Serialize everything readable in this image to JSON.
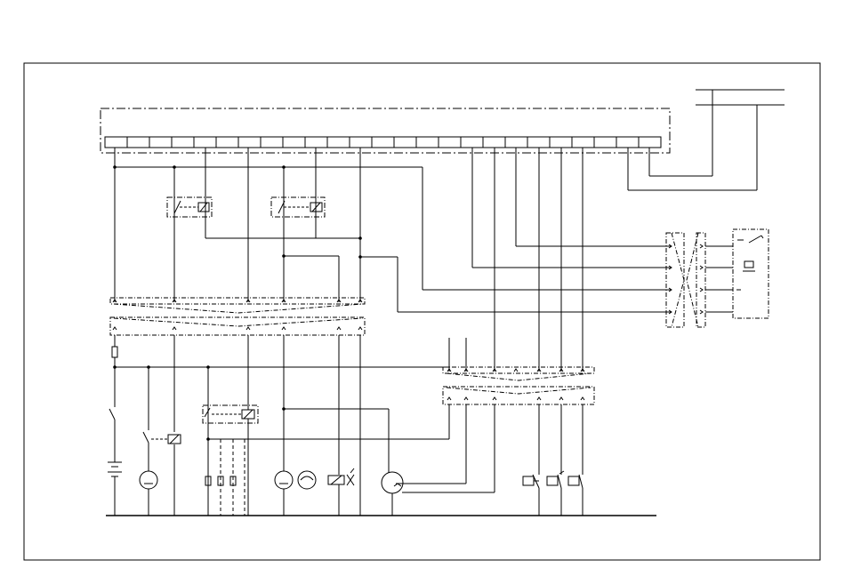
{
  "diagram": {
    "kind": "electrical wiring schematic",
    "text_labels": [],
    "colors": {
      "line": "#000000",
      "background": "#ffffff"
    },
    "terminal_strip": {
      "terminal_count": 25
    },
    "components": [
      "relay-1",
      "relay-2",
      "relay-3",
      "relay-4",
      "battery",
      "main-switch",
      "generator",
      "starter-motor",
      "fuel-pump",
      "solenoid-valve",
      "sensor",
      "fuse",
      "indicator-lamp-1",
      "indicator-lamp-2",
      "indicator-lamp-3",
      "horn",
      "panel-switch"
    ]
  }
}
